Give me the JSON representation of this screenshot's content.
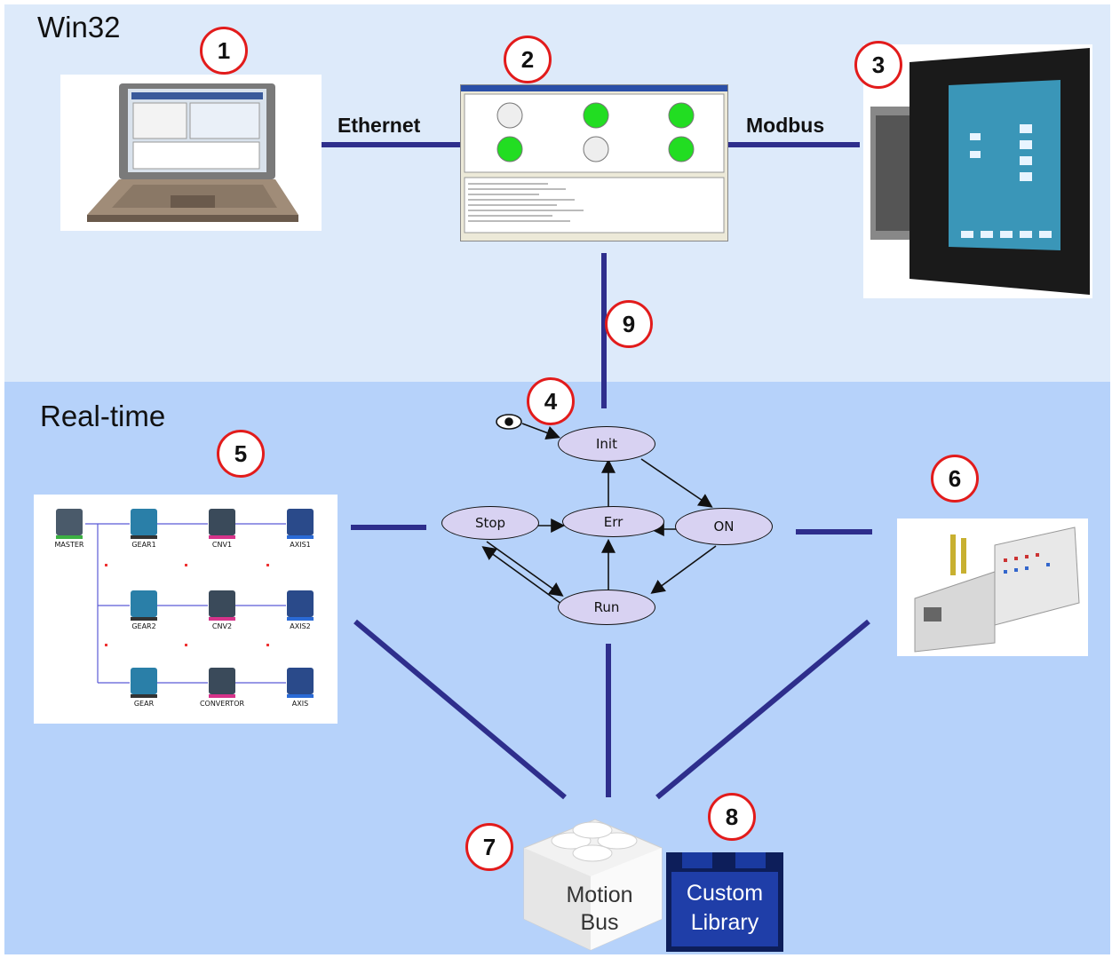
{
  "zones": {
    "win32": "Win32",
    "realtime": "Real-time"
  },
  "connections": {
    "ethernet": "Ethernet",
    "modbus": "Modbus"
  },
  "badges": [
    "1",
    "2",
    "3",
    "4",
    "5",
    "6",
    "7",
    "8",
    "9"
  ],
  "state_machine": {
    "init": "Init",
    "err": "Err",
    "on": "ON",
    "stop": "Stop",
    "run": "Run"
  },
  "flow": {
    "master": "MASTER",
    "row1": [
      "GEAR1",
      "CNV1",
      "AXIS1"
    ],
    "row2": [
      "GEAR2",
      "CNV2",
      "AXIS2"
    ],
    "row3": [
      "GEAR",
      "CONVERTOR",
      "AXIS"
    ]
  },
  "blocks": {
    "motion_bus": [
      "Motion",
      "Bus"
    ],
    "custom_library": [
      "Custom",
      "Library"
    ]
  },
  "colors": {
    "wire": "#2e2e8c",
    "badge": "#e21b1b",
    "win32_bg": "#ddeafa",
    "realtime_bg": "#b6d2fa",
    "state_fill": "#d8d2f2",
    "library_blue": "#1f3ea8"
  }
}
